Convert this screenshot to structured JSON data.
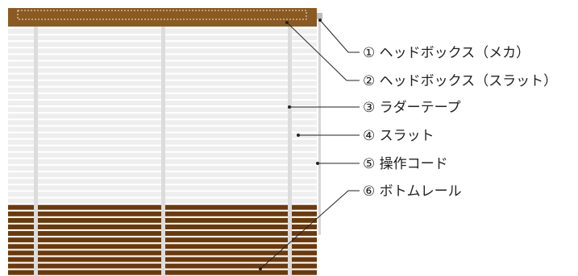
{
  "colors": {
    "head_box": "#8a5a22",
    "bottom_slat": "#6b3a0c",
    "slat": "#eeeeee",
    "slat_gap": "#ffffff",
    "ladder_tape": "#dedede",
    "cord": "#d8d8d8",
    "leader_line": "#222222"
  },
  "labels": [
    {
      "number": "①",
      "text": "ヘッドボックス（メカ）"
    },
    {
      "number": "②",
      "text": "ヘッドボックス（スラット）"
    },
    {
      "number": "③",
      "text": "ラダーテープ"
    },
    {
      "number": "④",
      "text": "スラット"
    },
    {
      "number": "⑤",
      "text": "操作コード"
    },
    {
      "number": "⑥",
      "text": "ボトムレール"
    }
  ]
}
